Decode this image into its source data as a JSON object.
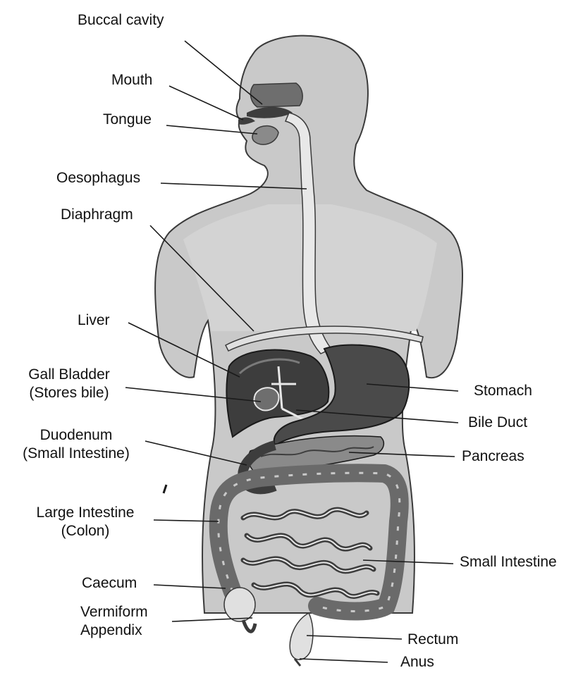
{
  "diagram": {
    "labels": {
      "buccal_cavity": "Buccal cavity",
      "mouth": "Mouth",
      "tongue": "Tongue",
      "oesophagus": "Oesophagus",
      "diaphragm": "Diaphragm",
      "liver": "Liver",
      "gall_bladder": "Gall Bladder",
      "gall_bladder_note": "(Stores bile)",
      "duodenum": "Duodenum",
      "duodenum_note": "(Small Intestine)",
      "large_intestine": "Large Intestine",
      "large_intestine_note": "(Colon)",
      "caecum": "Caecum",
      "vermiform": "Vermiform",
      "appendix": "Appendix",
      "stomach": "Stomach",
      "bile_duct": "Bile Duct",
      "pancreas": "Pancreas",
      "small_intestine": "Small Intestine",
      "rectum": "Rectum",
      "anus": "Anus"
    },
    "colors": {
      "body_fill": "#c9c9c9",
      "body_outline": "#3a3a3a",
      "organ_dark": "#3d3d3d",
      "organ_mid": "#6e6e6e",
      "tract_light": "#e8e8e8",
      "leader_line": "#1a1a1a"
    }
  }
}
